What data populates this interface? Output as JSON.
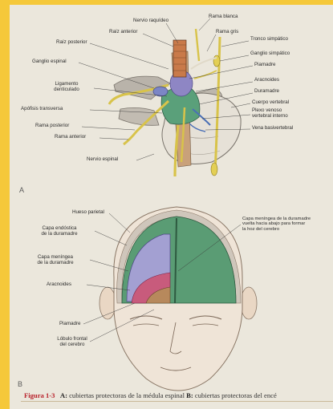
{
  "figure_a": {
    "letter": "A",
    "labels": {
      "nervio_raquideo": "Nervio raquídeo",
      "rama_blanca": "Rama blanca",
      "raiz_anterior": "Raíz anterior",
      "rama_gris": "Rama gris",
      "raiz_posterior": "Raíz posterior",
      "tronco_simpatico": "Tronco simpático",
      "ganglio_simpatico": "Ganglio simpático",
      "ganglio_espinal": "Ganglio espinal",
      "piamadre": "Piamadre",
      "aracnoides": "Aracnoides",
      "ligamento": "Ligamento\ndenticulado",
      "duramadre": "Duramadre",
      "cuerpo_vertebral": "Cuerpo vertebral",
      "apofisis": "Apófisis transversa",
      "plexo": "Plexo venoso\nvertebral interno",
      "rama_posterior": "Rama posterior",
      "vena_basivertebral": "Vena basivertebral",
      "rama_anterior": "Rama anterior",
      "nervio_espinal": "Nervio espinal"
    }
  },
  "figure_b": {
    "letter": "B",
    "labels": {
      "hueso_parietal": "Hueso parietal",
      "capa_endostica": "Capa endóstica\nde la duramadre",
      "capa_meningea": "Capa meníngea\nde la duramadre",
      "aracnoides": "Aracnoides",
      "piamadre": "Piamadre",
      "lobulo_frontal": "Lóbulo frontal\ndel cerebro",
      "capa_vuelta": "Capa meníngea de la duramadre\nvuelta hacia abajo para formar\nla hoz del cerebro"
    }
  },
  "caption": {
    "figure_label": "Figura 1-3",
    "a_label": "A:",
    "a_text": " cubiertas protectoras de la médula espinal ",
    "b_label": "B:",
    "b_text": " cubiertas protectoras del encé"
  }
}
